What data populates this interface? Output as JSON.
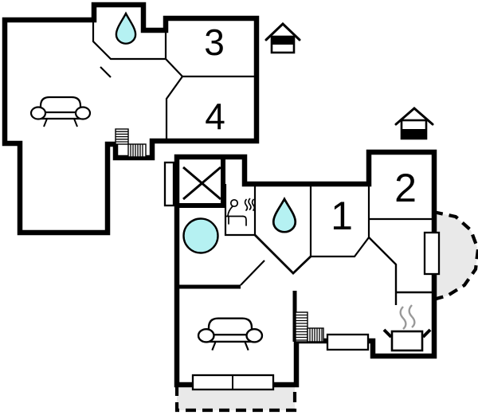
{
  "page": {
    "background": "#ffffff"
  },
  "colors": {
    "wall": "#000000",
    "water": "#b5f1f2",
    "terrace": "#e9e9e9",
    "steam": "#999999"
  },
  "rooms": {
    "r1": "1",
    "r2": "2",
    "r3": "3",
    "r4": "4"
  },
  "floors": {
    "upper": {
      "indicator": "house-icon-top-half-filled",
      "room_labels": [
        "3",
        "4"
      ],
      "features": [
        "water-drop",
        "sofa",
        "staircase"
      ]
    },
    "ground": {
      "indicator": "house-icon-bottom-half-filled",
      "room_labels": [
        "1",
        "2"
      ],
      "features": [
        "void-cross",
        "sauna",
        "water-drop",
        "hot-tub",
        "sofa",
        "staircase",
        "cooking-pot",
        "terrace-right",
        "terrace-bottom",
        "windows"
      ]
    }
  }
}
